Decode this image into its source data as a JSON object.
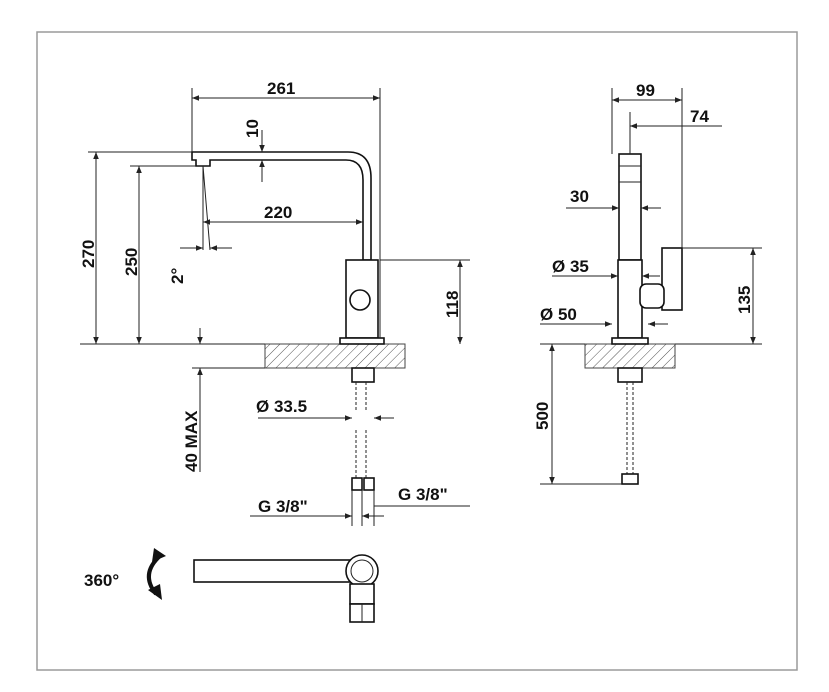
{
  "dimensions": {
    "side_width": "261",
    "spout_thickness": "10",
    "spout_reach": "220",
    "total_height": "270",
    "outlet_height": "250",
    "spray_angle": "2°",
    "body_height": "118",
    "deck_max": "40 MAX",
    "hose_diameter": "Ø 33.5",
    "conn_left": "G 3/8\"",
    "conn_right": "G 3/8\"",
    "rotation": "360°",
    "front_width": "99",
    "front_depth": "74",
    "spout_width": "30",
    "body_diameter": "Ø 35",
    "base_diameter": "Ø 50",
    "lever_height": "135",
    "hose_length": "500"
  },
  "colors": {
    "line": "#222222",
    "frame": "#9a9a9a",
    "background": "#ffffff"
  }
}
